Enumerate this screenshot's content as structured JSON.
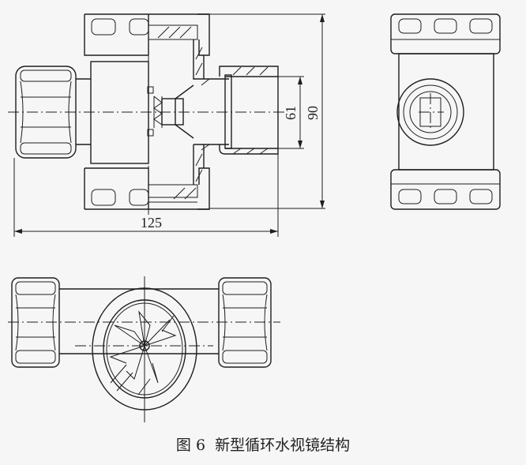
{
  "figure": {
    "caption_number": "图 6",
    "caption_title": "新型循环水视镜结构"
  },
  "dimensions": {
    "overall_length": "125",
    "bore_diameter": "61",
    "body_height": "90"
  }
}
